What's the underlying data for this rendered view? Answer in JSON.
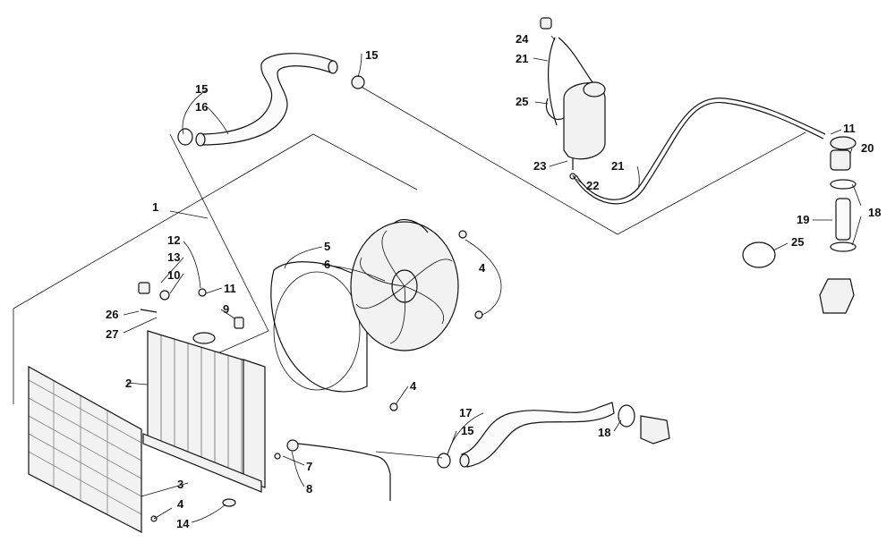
{
  "diagram": {
    "callouts": [
      {
        "id": "c1",
        "label": "1"
      },
      {
        "id": "c2",
        "label": "2"
      },
      {
        "id": "c3",
        "label": "3"
      },
      {
        "id": "c4a",
        "label": "4"
      },
      {
        "id": "c4b",
        "label": "4"
      },
      {
        "id": "c4c",
        "label": "4"
      },
      {
        "id": "c5",
        "label": "5"
      },
      {
        "id": "c6",
        "label": "6"
      },
      {
        "id": "c7",
        "label": "7"
      },
      {
        "id": "c8",
        "label": "8"
      },
      {
        "id": "c9",
        "label": "9"
      },
      {
        "id": "c10",
        "label": "10"
      },
      {
        "id": "c11a",
        "label": "11"
      },
      {
        "id": "c11b",
        "label": "11"
      },
      {
        "id": "c12",
        "label": "12"
      },
      {
        "id": "c13",
        "label": "13"
      },
      {
        "id": "c14",
        "label": "14"
      },
      {
        "id": "c15a",
        "label": "15"
      },
      {
        "id": "c15b",
        "label": "15"
      },
      {
        "id": "c15c",
        "label": "15"
      },
      {
        "id": "c16",
        "label": "16"
      },
      {
        "id": "c17",
        "label": "17"
      },
      {
        "id": "c18a",
        "label": "18"
      },
      {
        "id": "c18b",
        "label": "18"
      },
      {
        "id": "c19",
        "label": "19"
      },
      {
        "id": "c20",
        "label": "20"
      },
      {
        "id": "c21a",
        "label": "21"
      },
      {
        "id": "c21b",
        "label": "21"
      },
      {
        "id": "c22",
        "label": "22"
      },
      {
        "id": "c23",
        "label": "23"
      },
      {
        "id": "c24",
        "label": "24"
      },
      {
        "id": "c25a",
        "label": "25"
      },
      {
        "id": "c25b",
        "label": "25"
      },
      {
        "id": "c26",
        "label": "26"
      },
      {
        "id": "c27",
        "label": "27"
      }
    ]
  }
}
